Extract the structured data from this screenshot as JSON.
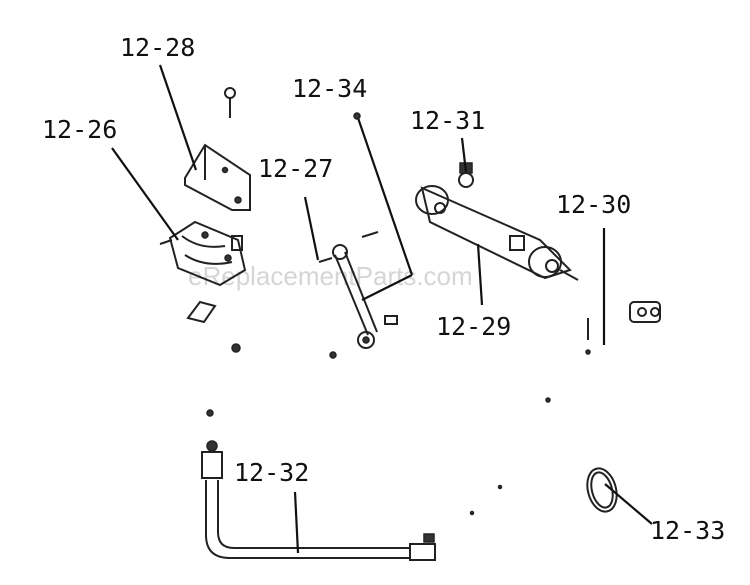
{
  "watermark": "eReplacementParts.com",
  "labels": {
    "p1226": "12-26",
    "p1227": "12-27",
    "p1228": "12-28",
    "p1229": "12-29",
    "p1230": "12-30",
    "p1231": "12-31",
    "p1232": "12-32",
    "p1233": "12-33",
    "p1234": "12-34"
  }
}
